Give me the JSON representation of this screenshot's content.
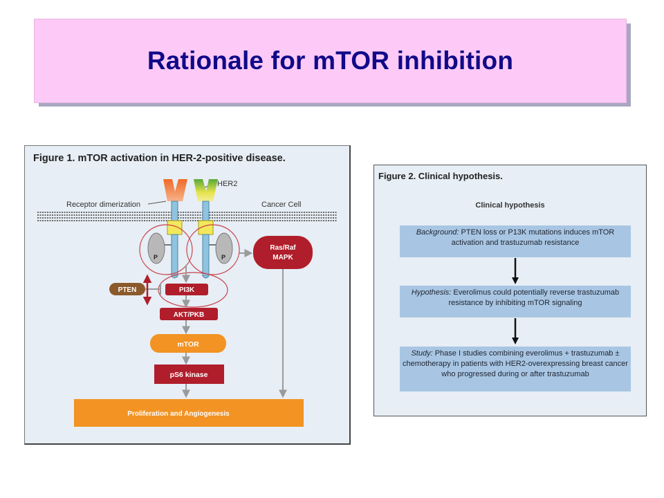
{
  "slide": {
    "title": "Rationale for mTOR inhibition"
  },
  "figure1": {
    "title": "Figure 1.  mTOR activation in HER-2-positive disease.",
    "labels": {
      "receptor_dimerization": "Receptor dimerization",
      "her2": "HER2",
      "cancer_cell": "Cancer Cell",
      "p_left": "P",
      "p_right": "P",
      "ras_raf": "Ras/Raf",
      "mapk": "MAPK",
      "pten": "PTEN",
      "pi3k": "PI3K",
      "akt_pkb": "AKT/PKB",
      "mtor": "mTOR",
      "ps6_kinase": "pS6 kinase",
      "proliferation": "Proliferation and Angiogenesis"
    },
    "colors": {
      "dark_red": "#b01e2b",
      "orange": "#f29323",
      "pten_brown": "#8a5a2a",
      "receptor_yellow": "#f2e85a",
      "membrane": "#555555",
      "receptor_orange": "#f06a26",
      "receptor_green": "#6cb043"
    }
  },
  "figure2": {
    "title": "Figure 2.  Clinical hypothesis.",
    "subtitle": "Clinical hypothesis",
    "box1": {
      "lead": "Background:",
      "text": " PTEN loss or P13K mutations induces mTOR activation and trastuzumab resistance"
    },
    "box2": {
      "lead": "Hypothesis:",
      "text": " Everolimus could potentially reverse trastuzumab resistance by inhibiting mTOR signaling"
    },
    "box3": {
      "lead": "Study:",
      "text": " Phase I studies combining everolimus + trastuzumab ± chemotherapy in patients with HER2-overexpressing breast cancer who progressed during or after trastuzumab"
    }
  }
}
